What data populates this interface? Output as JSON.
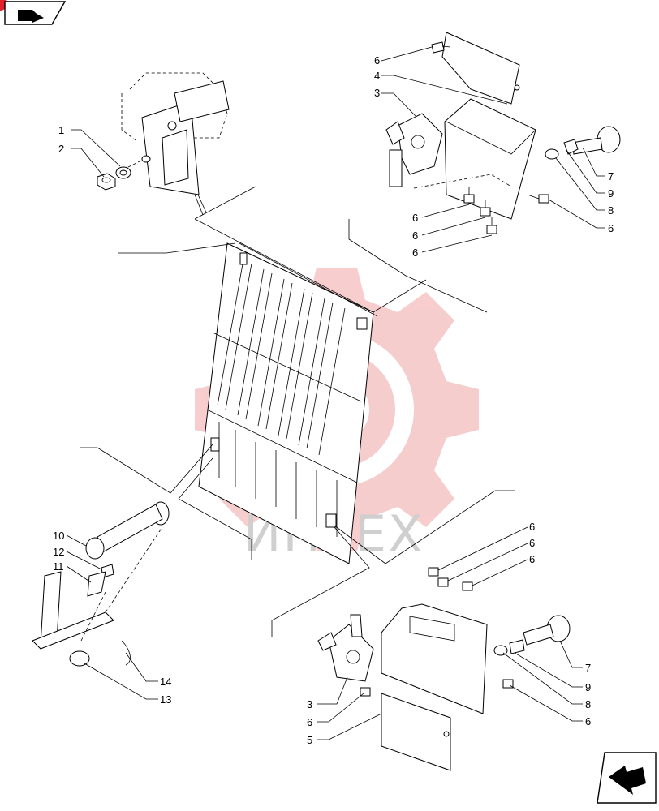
{
  "header": {
    "nav_icon": "book-arrow-icon",
    "corner_badge_color": "#e0202a"
  },
  "watermark": {
    "text": "ИНТЕХ",
    "logo": "gear-icon",
    "color": "#f2b3b3"
  },
  "footer": {
    "nav_icon": "next-page-arrow-icon"
  },
  "callouts": {
    "c1": "1",
    "c2": "2",
    "c6a": "6",
    "c4": "4",
    "c3a": "3",
    "c7a": "7",
    "c9a": "9",
    "c8a": "8",
    "c6b": "6",
    "c6c": "6",
    "c6d": "6",
    "c6e": "6",
    "c10": "10",
    "c12": "12",
    "c11": "11",
    "c14": "14",
    "c13": "13",
    "c6f": "6",
    "c6g": "6",
    "c6h": "6",
    "c7b": "7",
    "c9b": "9",
    "c8b": "8",
    "c6i": "6",
    "c3b": "3",
    "c6j": "6",
    "c5": "5"
  }
}
